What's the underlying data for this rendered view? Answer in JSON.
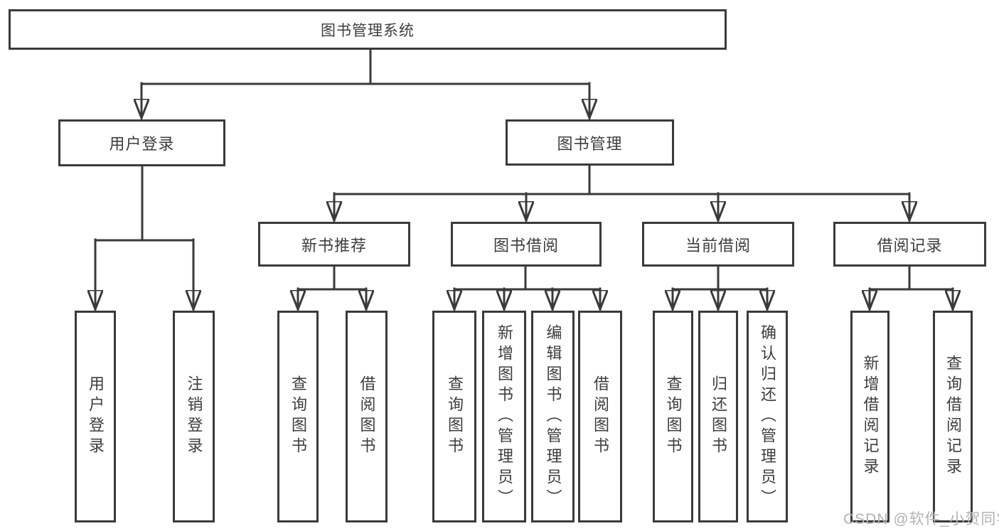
{
  "diagram": {
    "title": "图书管理系统",
    "level2": [
      {
        "label": "用户登录"
      },
      {
        "label": "图书管理"
      }
    ],
    "level3": [
      {
        "label": "新书推荐"
      },
      {
        "label": "图书借阅"
      },
      {
        "label": "当前借阅"
      },
      {
        "label": "借阅记录"
      }
    ],
    "leaves": [
      {
        "label": "用户登录"
      },
      {
        "label": "注销登录"
      },
      {
        "label": "查询图书"
      },
      {
        "label": "借阅图书"
      },
      {
        "label": "查询图书"
      },
      {
        "label": "新增图书（管理员）"
      },
      {
        "label": "编辑图书（管理员）"
      },
      {
        "label": "借阅图书"
      },
      {
        "label": "查询图书"
      },
      {
        "label": "归还图书"
      },
      {
        "label": "确认归还（管理员）"
      },
      {
        "label": "新增借阅记录"
      },
      {
        "label": "查询借阅记录"
      }
    ]
  },
  "watermark": "CSDN @软件_小贺同学",
  "colors": {
    "line": "#3a3a3a",
    "text": "#3d3d3d",
    "watermark": "#b3b3b3",
    "background": "#ffffff"
  }
}
